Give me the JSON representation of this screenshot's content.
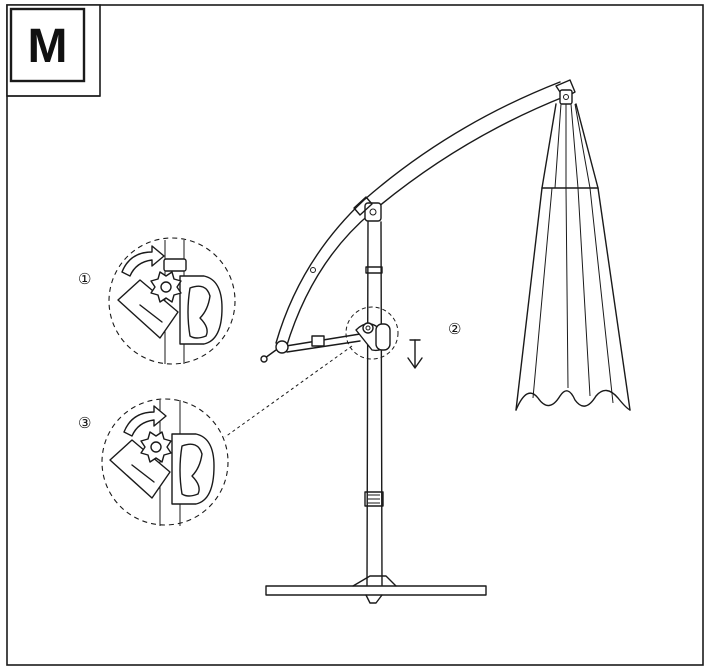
{
  "panel": {
    "letter": "M",
    "border_color": "#1a1a1a"
  },
  "callouts": {
    "step1": "①",
    "step2": "②",
    "step3": "③"
  },
  "icons": {
    "down_arrow": "down-arrow-icon",
    "rotate_arrow": "rotate-arrow-icon"
  }
}
